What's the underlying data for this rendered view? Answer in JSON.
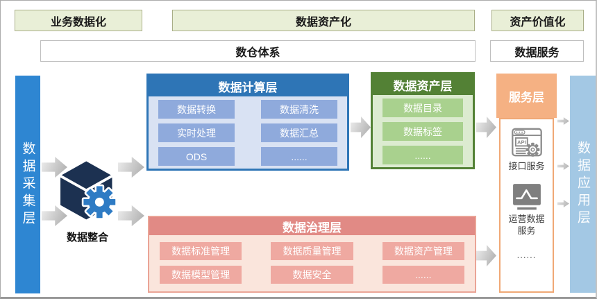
{
  "banners": {
    "business": "业务数据化",
    "asset": "数据资产化",
    "value": "资产价值化",
    "warehouse": "数仓体系",
    "service": "数据服务"
  },
  "left_bar": "数据采集层",
  "right_bar": "数据应用层",
  "integration": {
    "label": "数据整合"
  },
  "compute": {
    "title": "数据计算层",
    "items": [
      "数据转换",
      "数据清洗",
      "实时处理",
      "数据汇总",
      "ODS",
      "......"
    ]
  },
  "asset_layer": {
    "title": "数据资产层",
    "items": [
      "数据目录",
      "数据标签",
      "......"
    ]
  },
  "service_layer": {
    "title": "服务层",
    "api_icon_text": "API",
    "api_label": "接口服务",
    "ops_label": "运营数据服务",
    "more": "......"
  },
  "governance": {
    "title": "数据治理层",
    "items": [
      "数据标准管理",
      "数据质量管理",
      "数据资产管理",
      "数据模型管理",
      "数据安全",
      "......"
    ]
  },
  "colors": {
    "banner_green_bg": "#e9efd7",
    "collect_bar_blue": "#2e86d2",
    "app_bar_blue": "#a3c8e4",
    "compute_blue": "#2e75b6",
    "compute_cell": "#8faadc",
    "asset_green": "#538135",
    "asset_cell": "#a9d18e",
    "service_orange": "#f5b183",
    "governance_red": "#e18a85",
    "governance_cell": "#efa9a1"
  }
}
